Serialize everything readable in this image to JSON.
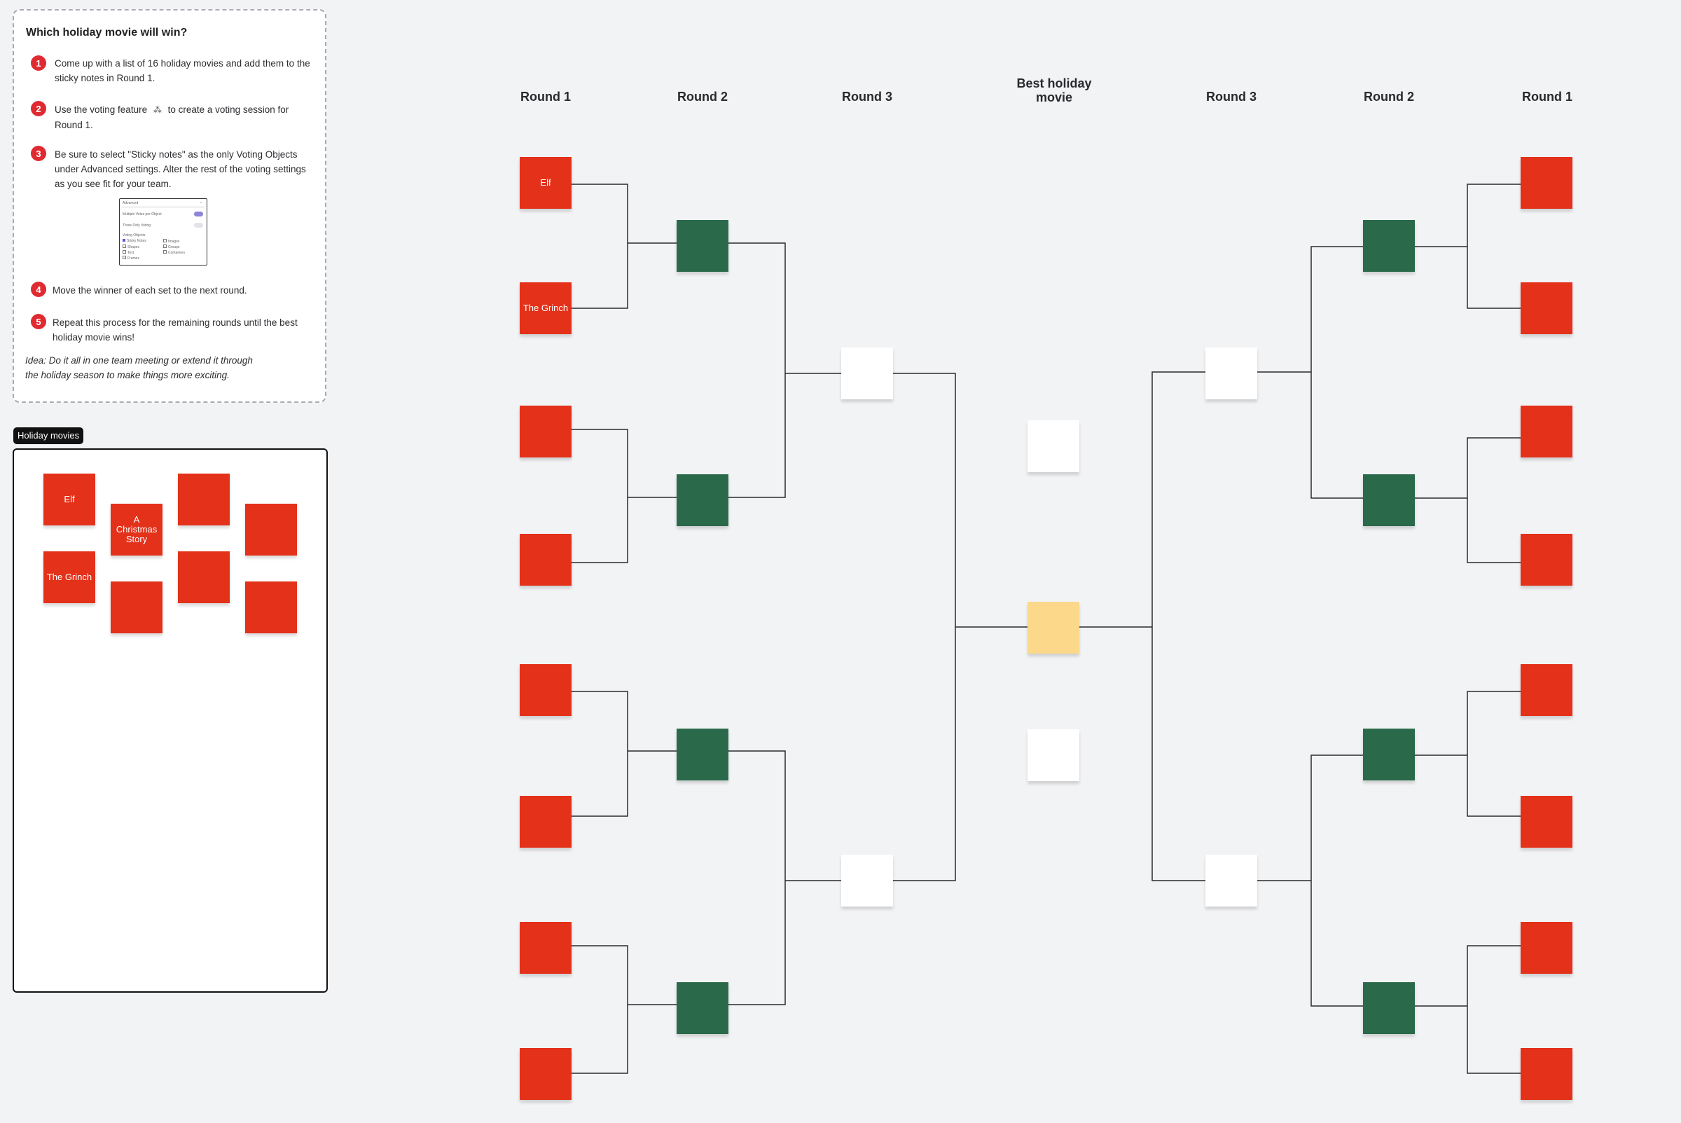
{
  "instructions": {
    "title": "Which holiday movie will win?",
    "steps": [
      {
        "num": "1",
        "text": "Come up with a list of 16 holiday movies and add them to the sticky notes in Round 1."
      },
      {
        "num": "2",
        "text_before": "Use the voting feature",
        "text_after": "to create a voting session for Round 1."
      },
      {
        "num": "3",
        "text": "Be sure to select \"Sticky notes\" as the only Voting Objects under Advanced settings. Alter the rest of the voting settings as you see fit for your team."
      },
      {
        "num": "4",
        "text": "Move the winner of each set to the next round."
      },
      {
        "num": "5",
        "text": "Repeat this process for the remaining rounds until the best holiday movie wins!"
      }
    ],
    "idea": "Idea: Do it all in one team meeting or extend it through the holiday season to make things more exciting.",
    "settings_panel": {
      "header": "Advanced",
      "multiple_votes": "Multiple Votes per Object",
      "three_only": "Three Only Voting",
      "voting_objects": "Voting Objects",
      "options": [
        "Sticky Notes",
        "Images",
        "Shapes",
        "Groups",
        "Text",
        "Containers",
        "Frames"
      ]
    }
  },
  "movies_frame": {
    "tag": "Holiday movies",
    "notes": [
      "Elf",
      "A Christmas Story",
      "",
      "",
      "The Grinch",
      "",
      "",
      ""
    ]
  },
  "bracket": {
    "headers": {
      "left_round1": "Round 1",
      "left_round2": "Round 2",
      "left_round3": "Round 3",
      "final": "Best holiday movie",
      "right_round3": "Round 3",
      "right_round2": "Round 2",
      "right_round1": "Round 1"
    },
    "left_round1": [
      "Elf",
      "The Grinch",
      "",
      "",
      "",
      "",
      "",
      ""
    ],
    "right_round1": [
      "",
      "",
      "",
      "",
      "",
      "",
      "",
      ""
    ]
  },
  "colors": {
    "round1": "#e3311a",
    "round2": "#2a6a4a",
    "round3": "#ffffff",
    "winner": "#fcd88b",
    "accent": "#e02a32"
  }
}
